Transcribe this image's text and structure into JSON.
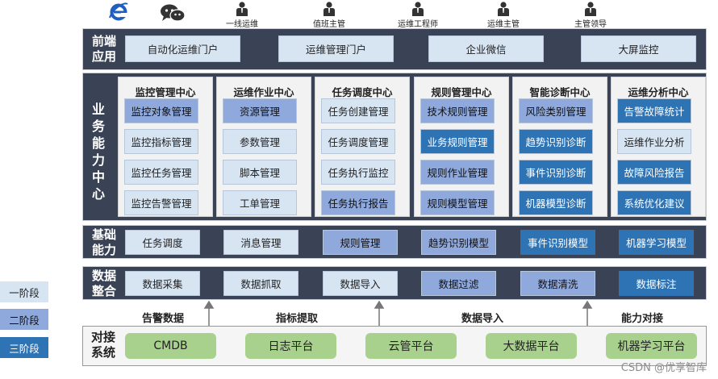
{
  "top_bar": {
    "icons": [
      {
        "name": "ie-browser-icon",
        "label": ""
      },
      {
        "name": "wechat-icon",
        "label": ""
      }
    ],
    "roles": [
      "一线运维",
      "值班主管",
      "运维工程师",
      "运维主管",
      "主管领导"
    ]
  },
  "layers": {
    "front": {
      "title": "前端应用",
      "items": [
        "自动化运维门户",
        "运维管理门户",
        "企业微信",
        "大屏监控"
      ]
    },
    "business": {
      "title": "业务能力中心",
      "panels": [
        {
          "title": "监控管理中心",
          "items": [
            "监控对象管理",
            "监控指标管理",
            "监控任务管理",
            "监控告警管理"
          ],
          "levels": [
            2,
            1,
            1,
            1
          ]
        },
        {
          "title": "运维作业中心",
          "items": [
            "资源管理",
            "参数管理",
            "脚本管理",
            "工单管理"
          ],
          "levels": [
            2,
            1,
            1,
            1
          ]
        },
        {
          "title": "任务调度中心",
          "items": [
            "任务创建管理",
            "任务调度管理",
            "任务执行监控",
            "任务执行报告"
          ],
          "levels": [
            1,
            1,
            1,
            2
          ]
        },
        {
          "title": "规则管理中心",
          "items": [
            "技术规则管理",
            "业务规则管理",
            "规则作业管理",
            "规则模型管理"
          ],
          "levels": [
            2,
            3,
            2,
            2
          ]
        },
        {
          "title": "智能诊断中心",
          "items": [
            "风险类别管理",
            "趋势识别诊断",
            "事件识别诊断",
            "机器模型诊断"
          ],
          "levels": [
            2,
            3,
            3,
            3
          ]
        },
        {
          "title": "运维分析中心",
          "items": [
            "告警故障统计",
            "运维作业分析",
            "故障风险报告",
            "系统优化建议"
          ],
          "levels": [
            3,
            1,
            3,
            3
          ]
        }
      ]
    },
    "basic": {
      "title": "基础能力",
      "items": [
        "任务调度",
        "消息管理",
        "规则管理",
        "趋势识别模型",
        "事件识别模型",
        "机器学习模型"
      ],
      "levels": [
        1,
        1,
        2,
        2,
        3,
        3
      ]
    },
    "data": {
      "title": "数据整合",
      "items": [
        "数据采集",
        "数据抓取",
        "数据导入",
        "数据过滤",
        "数据清洗",
        "数据标注"
      ],
      "levels": [
        1,
        1,
        1,
        2,
        2,
        3
      ]
    },
    "interface": {
      "title": "对接系统",
      "items": [
        "CMDB",
        "日志平台",
        "云管平台",
        "大数据平台",
        "机器学习平台"
      ]
    }
  },
  "flow_labels": [
    "告警数据",
    "指标提取",
    "数据导入",
    "能力对接"
  ],
  "legend": [
    "一阶段",
    "二阶段",
    "三阶段"
  ],
  "colors": {
    "layer_bg": "#3a4355",
    "level1": "#d7e4f2",
    "level2": "#8fa9dc",
    "level3": "#2e74b5",
    "interface_box": "#a9d18e",
    "panel_bg": "#f2f2f2"
  },
  "watermark": "CSDN @优享智库"
}
